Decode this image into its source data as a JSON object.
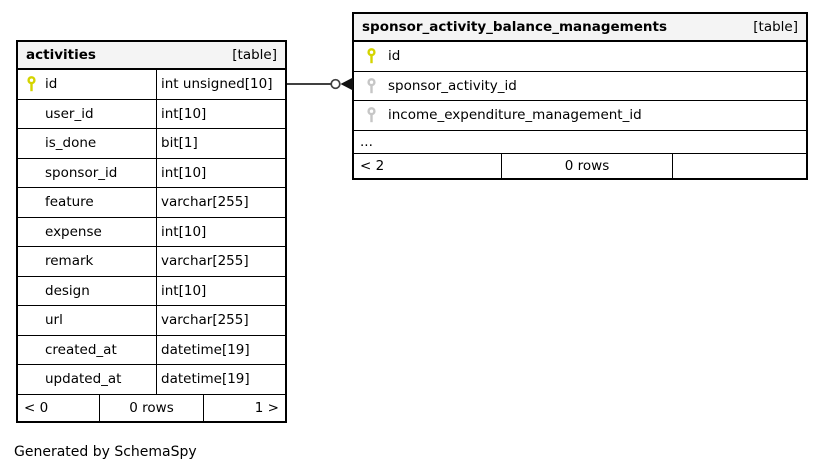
{
  "footer_note": "Generated by SchemaSpy",
  "colors": {
    "primary_key": "#d4d400",
    "foreign_key": "#c6c6c6",
    "header_bg": "#f4f4f4",
    "connector": "#404040"
  },
  "tables": [
    {
      "name": "activities",
      "tag": "[table]",
      "columns": [
        {
          "name": "id",
          "type": "int unsigned[10]"
        },
        {
          "name": "user_id",
          "type": "int[10]"
        },
        {
          "name": "is_done",
          "type": "bit[1]"
        },
        {
          "name": "sponsor_id",
          "type": "int[10]"
        },
        {
          "name": "feature",
          "type": "varchar[255]"
        },
        {
          "name": "expense",
          "type": "int[10]"
        },
        {
          "name": "remark",
          "type": "varchar[255]"
        },
        {
          "name": "design",
          "type": "int[10]"
        },
        {
          "name": "url",
          "type": "varchar[255]"
        },
        {
          "name": "created_at",
          "type": "datetime[19]"
        },
        {
          "name": "updated_at",
          "type": "datetime[19]"
        }
      ],
      "footer": {
        "left": "< 0",
        "center": "0 rows",
        "right": "1 >"
      }
    },
    {
      "name": "sponsor_activity_balance_managements",
      "tag": "[table]",
      "columns": [
        {
          "name": "id"
        },
        {
          "name": "sponsor_activity_id"
        },
        {
          "name": "income_expenditure_management_id"
        }
      ],
      "ellipsis": "...",
      "footer": {
        "left": "< 2",
        "center": "0 rows",
        "right": ""
      }
    }
  ],
  "relationship": {
    "from": "activities.id",
    "to": "sponsor_activity_balance_managements.sponsor_activity_id"
  }
}
